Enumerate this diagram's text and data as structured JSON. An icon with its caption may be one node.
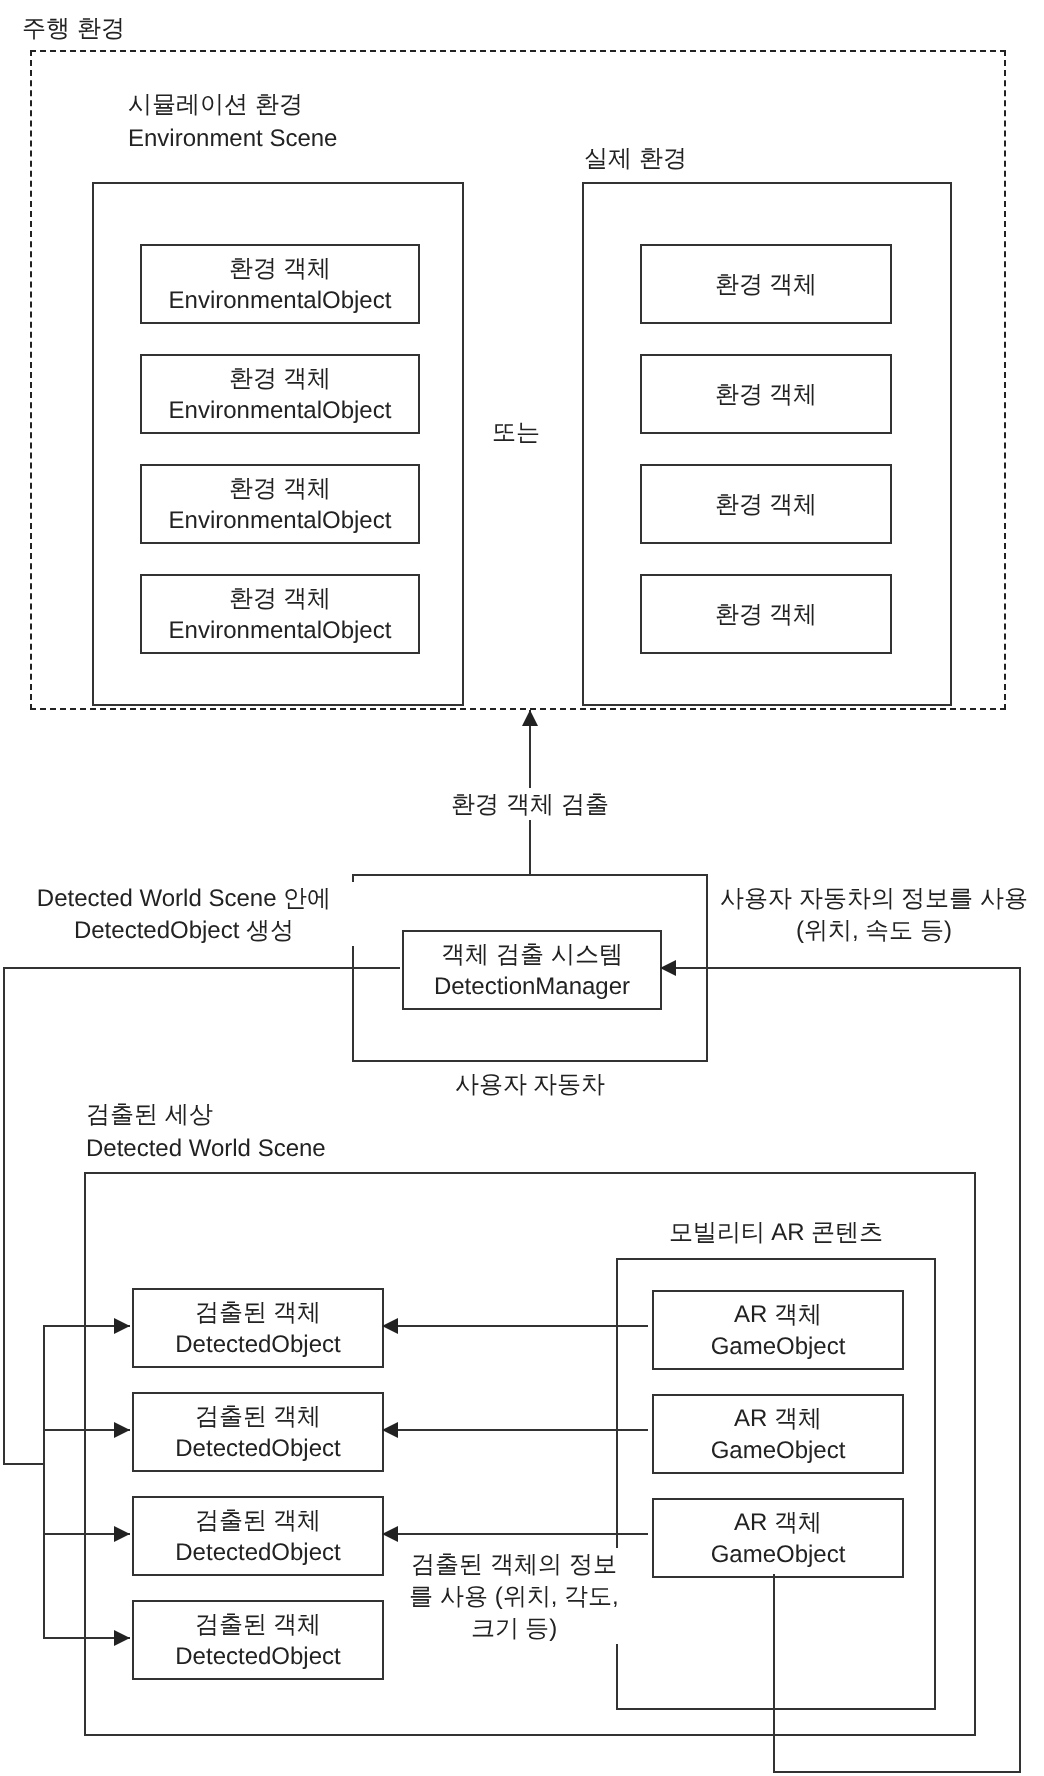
{
  "diagram": {
    "nodes": [
      {
        "text": [
          "주행 환경"
        ]
      },
      {
        "text": [
          "시뮬레이션 환경",
          "Environment Scene"
        ],
        "in": 0
      },
      {
        "text": [
          "환경 객체",
          "EnvironmentalObject"
        ],
        "in": 1
      },
      {
        "text": [
          "환경 객체",
          "EnvironmentalObject"
        ],
        "in": 1
      },
      {
        "text": [
          "환경 객체",
          "EnvironmentalObject"
        ],
        "in": 1
      },
      {
        "text": [
          "환경 객체",
          "EnvironmentalObject"
        ],
        "in": 1
      },
      {
        "text": [
          "실제 환경"
        ],
        "in": 0
      },
      {
        "text": [
          "환경 객체"
        ],
        "in": 6
      },
      {
        "text": [
          "환경 객체"
        ],
        "in": 6
      },
      {
        "text": [
          "환경 객체"
        ],
        "in": 6
      },
      {
        "text": [
          "환경 객체"
        ],
        "in": 6
      },
      {
        "text": [
          "사용자 자동차"
        ]
      },
      {
        "text": [
          "객체 검출 시스템",
          "DetectionManager"
        ],
        "in": 11
      },
      {
        "text": [
          "검출된 세상",
          "Detected World Scene"
        ]
      },
      {
        "text": [
          "검출된 객체",
          "DetectedObject"
        ],
        "in": 13
      },
      {
        "text": [
          "검출된 객체",
          "DetectedObject"
        ],
        "in": 13
      },
      {
        "text": [
          "검출된 객체",
          "DetectedObject"
        ],
        "in": 13
      },
      {
        "text": [
          "검출된 객체",
          "DetectedObject"
        ],
        "in": 13
      },
      {
        "text": [
          "모빌리티 AR 콘텐츠"
        ],
        "in": 13
      },
      {
        "text": [
          "AR 객체",
          "GameObject"
        ],
        "in": 18
      },
      {
        "text": [
          "AR 객체",
          "GameObject"
        ],
        "in": 18
      },
      {
        "text": [
          "AR 객체",
          "GameObject"
        ],
        "in": 18
      }
    ],
    "edges": [
      {
        "from": 11,
        "to": 0,
        "arrow": "to",
        "label": "환경 객체 검출"
      },
      {
        "from": 12,
        "to": 14,
        "arrow": "to",
        "label": "Detected World Scene 안에 DetectedObject 생성"
      },
      {
        "from": 12,
        "to": 15,
        "arrow": "to"
      },
      {
        "from": 12,
        "to": 16,
        "arrow": "to"
      },
      {
        "from": 12,
        "to": 17,
        "arrow": "to"
      },
      {
        "from": 19,
        "to": 14,
        "arrow": "to"
      },
      {
        "from": 20,
        "to": 15,
        "arrow": "to"
      },
      {
        "from": 21,
        "to": 16,
        "arrow": "to",
        "label": "검출된 객체의 정보를 사용 (위치, 각도, 크기 등)"
      },
      {
        "from": 21,
        "to": 12,
        "arrow": "to",
        "label": "사용자 자동차의 정보를 사용 (위치, 속도 등)"
      }
    ],
    "labels": [
      "또는"
    ]
  }
}
